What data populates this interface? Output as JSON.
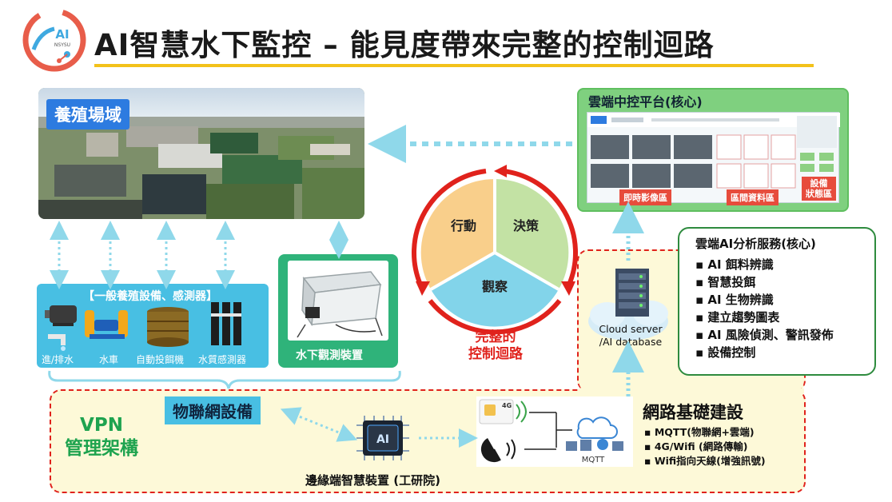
{
  "header": {
    "logo_text": "AI",
    "logo_subtext": "NSYSU",
    "title": "AI智慧水下監控 – 能見度帶來完整的控制迴路"
  },
  "farm": {
    "label": "養殖場域"
  },
  "platform": {
    "title": "雲端中控平台(核心)",
    "tag_realtime": "即時影像區",
    "tag_history": "區間資料區",
    "tag_status_1": "設備",
    "tag_status_2": "狀態區"
  },
  "loop": {
    "action": "行動",
    "decision": "決策",
    "observe": "觀察",
    "caption_1": "完整的",
    "caption_2": "控制迴路"
  },
  "equipment": {
    "title": "【一般養殖設備、感測器】",
    "items": [
      "進/排水",
      "水車",
      "自動投餌機",
      "水質感測器"
    ]
  },
  "device": {
    "label": "水下觀測裝置"
  },
  "cloud_server": {
    "line1": "Cloud server",
    "line2": "/AI database"
  },
  "services": {
    "title": "雲端AI分析服務(核心)",
    "items": [
      "AI 餌料辨識",
      "智慧投餌",
      "AI 生物辨識",
      "建立趨勢圖表",
      "AI 風險偵測、警訊發佈",
      "設備控制"
    ]
  },
  "vpn": {
    "line1": "VPN",
    "line2": "管理架構"
  },
  "iot": {
    "label": "物聯網設備"
  },
  "edge": {
    "label": "邊緣端智慧裝置 (工研院)",
    "chip_text": "AI"
  },
  "network": {
    "title": "網路基礎建設",
    "sim_text": "4G",
    "mqtt_text": "MQTT",
    "items": [
      "MQTT(物聯網+雲端)",
      "4G/Wifi (網路傳輸)",
      "Wifi指向天線(增強訊號)"
    ]
  },
  "colors": {
    "accent_red": "#e0221c",
    "arrow_blue": "#8fd8ea",
    "equip_blue": "#48bfe3",
    "device_green": "#2fb37a",
    "platform_green": "#7fd07f",
    "title_yellow": "#f3c21a"
  }
}
